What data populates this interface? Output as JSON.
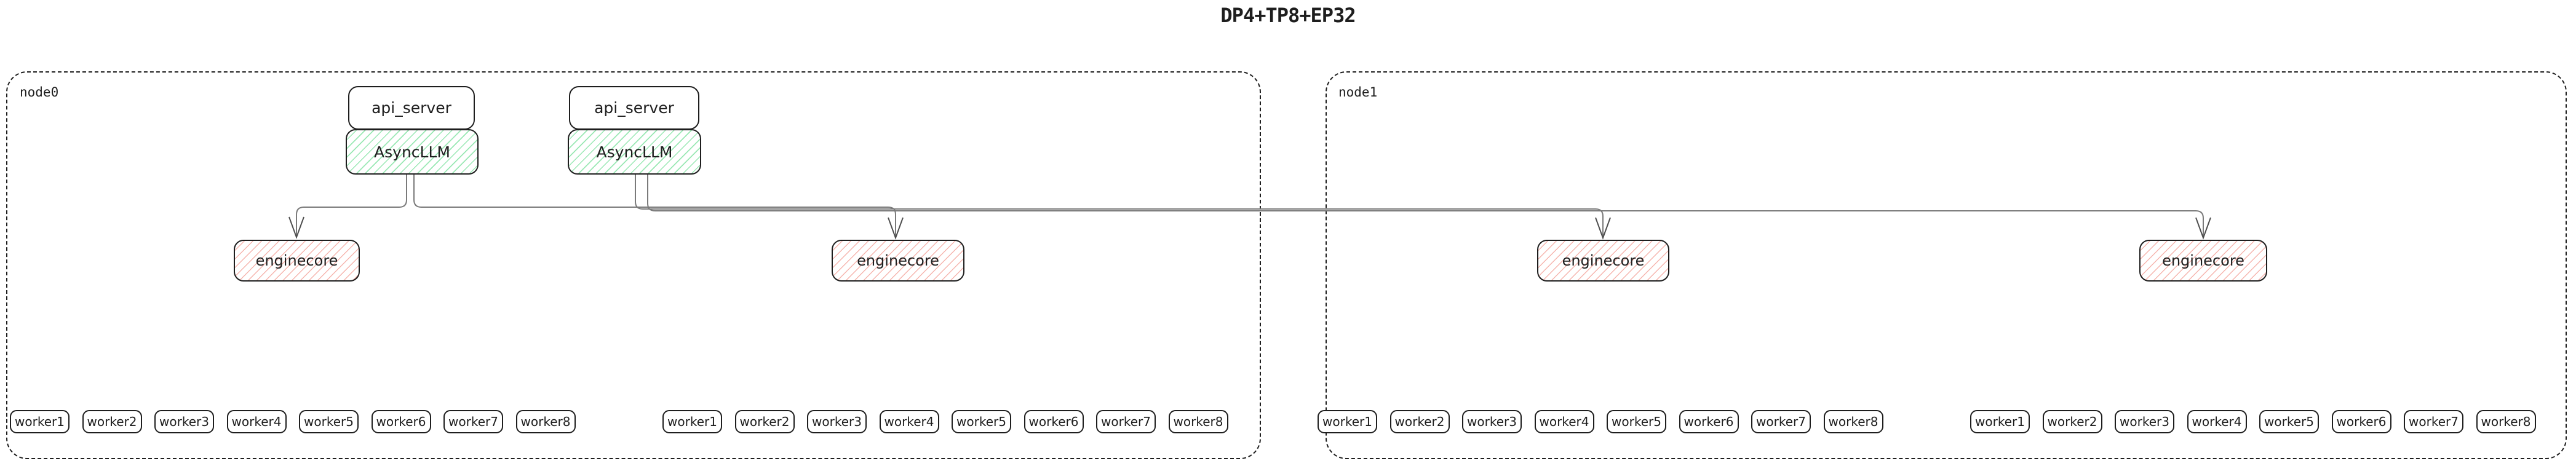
{
  "title": "DP4+TP8+EP32",
  "colors": {
    "box_border": "#1e1e1e",
    "connector": "#7a7a7a",
    "arrowhead": "#4d4d4d",
    "green_hatch": "#9ae8b4",
    "red_hatch": "#f6b5ae"
  },
  "nodes": [
    {
      "label": "node0",
      "api_servers": [
        "api_server",
        "api_server"
      ],
      "async_llms": [
        "AsyncLLM",
        "AsyncLLM"
      ],
      "enginecores": [
        "enginecore",
        "enginecore"
      ],
      "worker_groups": [
        [
          "worker1",
          "worker2",
          "worker3",
          "worker4",
          "worker5",
          "worker6",
          "worker7",
          "worker8"
        ],
        [
          "worker1",
          "worker2",
          "worker3",
          "worker4",
          "worker5",
          "worker6",
          "worker7",
          "worker8"
        ]
      ]
    },
    {
      "label": "node1",
      "api_servers": [],
      "async_llms": [],
      "enginecores": [
        "enginecore",
        "enginecore"
      ],
      "worker_groups": [
        [
          "worker1",
          "worker2",
          "worker3",
          "worker4",
          "worker5",
          "worker6",
          "worker7",
          "worker8"
        ],
        [
          "worker1",
          "worker2",
          "worker3",
          "worker4",
          "worker5",
          "worker6",
          "worker7",
          "worker8"
        ]
      ]
    }
  ]
}
